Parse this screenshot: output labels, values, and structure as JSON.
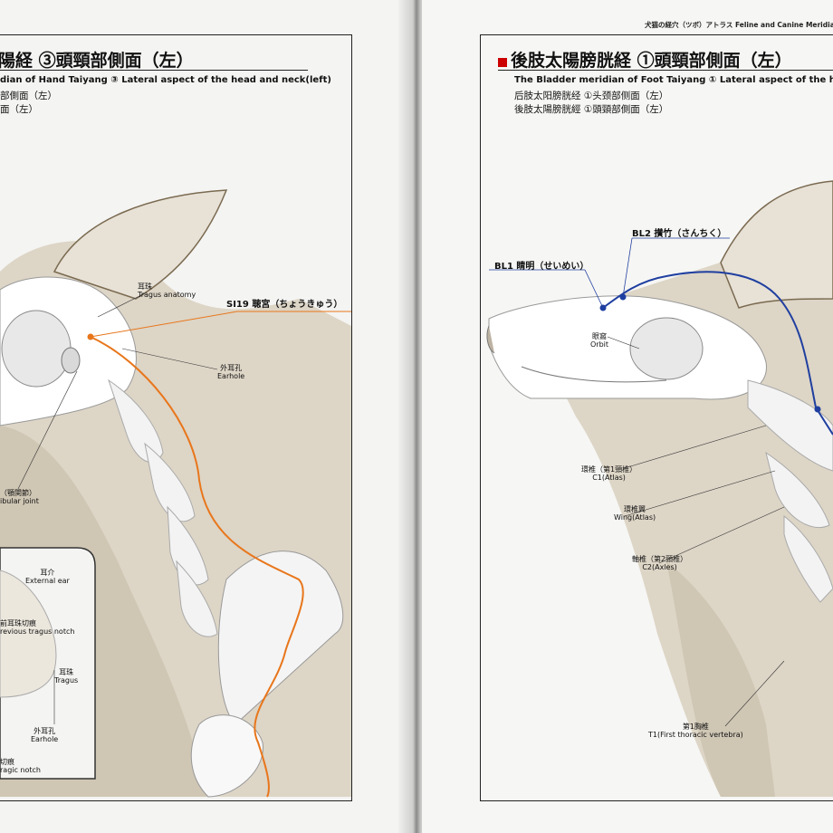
{
  "left_page": {
    "title": "陽経 ③頭頸部側面（左）",
    "subtitle_en": "dian of Hand Taiyang ③ Lateral aspect of the head and neck(left)",
    "subtitle_cn": "部側面（左）",
    "subtitle_jp": "面（左）",
    "meridian_point": "SI19 聴宮（ちょうきゅう）",
    "labels": {
      "tragus_anatomy_jp": "耳珠",
      "tragus_anatomy_en": "Tragus anatomy",
      "earhole_jp": "外耳孔",
      "earhole_en": "Earhole",
      "tmj_jp": "（顎関節）",
      "tmj_en": "ibular joint",
      "external_ear_jp": "耳介",
      "external_ear_en": "External ear",
      "pretragus_jp": "前耳珠切痕",
      "pretragus_en": "revious tragus notch",
      "tragus_jp": "耳珠",
      "tragus_en": "Tragus",
      "earhole2_jp": "外耳孔",
      "earhole2_en": "Earhole",
      "intertragic_jp": "切痕",
      "intertragic_en": "ragic notch"
    }
  },
  "right_page": {
    "running_header": "犬猫の経穴（ツボ）アトラス  Feline and Canine Meridian Poin",
    "title": "後肢太陽膀胱経 ①頭頸部側面（左）",
    "subtitle_en": "The Bladder meridian of Foot Taiyang ① Lateral aspect of the head a",
    "subtitle_cn": "后肢太阳膀胱经 ①头颈部侧面（左）",
    "subtitle_tw": "後肢太陽膀胱經 ①頭頸部側面（左）",
    "meridian_points": {
      "bl2": "BL2 攅竹（さんちく）",
      "bl1": "BL1 睛明（せいめい）"
    },
    "labels": {
      "orbit_jp": "眼窩",
      "orbit_en": "Orbit",
      "atlas_jp": "環椎（第1頸椎）",
      "atlas_en": "C1(Atlas)",
      "wing_jp": "環椎翼",
      "wing_en": "Wing(Atlas)",
      "axis_jp": "軸椎（第2頸椎）",
      "axis_en": "C2(Axles)",
      "t1_jp": "第1胸椎",
      "t1_en": "T1(First thoracic vertebra)"
    }
  },
  "colors": {
    "orange_meridian": "#e8761b",
    "blue_meridian": "#1f3fa0",
    "accent_red": "#cc0000",
    "body_fill": "#ddd5c6"
  }
}
